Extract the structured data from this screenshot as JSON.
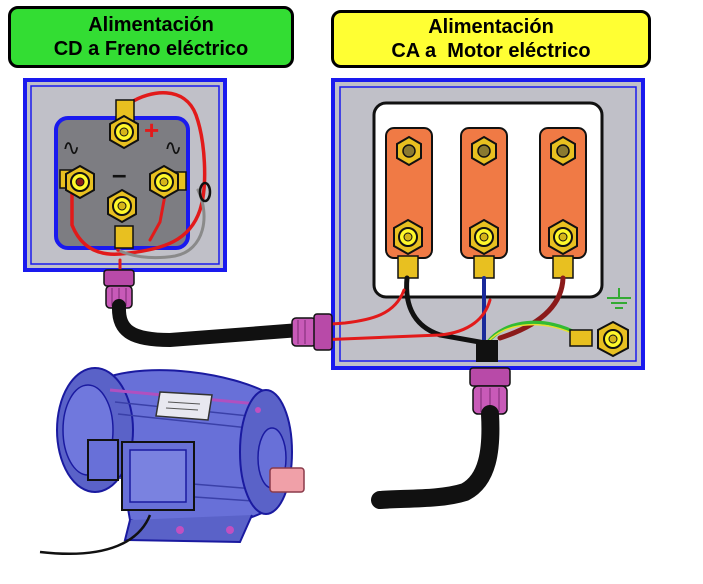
{
  "labels": {
    "dc": {
      "line1": "Alimentación",
      "line2": "CD a Freno eléctrico"
    },
    "ac": {
      "line1": "Alimentación",
      "line2": "CA a  Motor eléctrico"
    }
  },
  "symbols": {
    "plus": "+",
    "minus": "–",
    "ac_left": "∿",
    "ac_right": "∿"
  },
  "colors": {
    "dc_label_bg": "#33dd33",
    "ac_label_bg": "#ffff33",
    "box_fill": "#c0c0c8",
    "box_border": "#1a1aee",
    "terminal_strip": "#f07a45",
    "brass": "#e8c020",
    "wire_red": "#e21a1a",
    "wire_black": "#111111",
    "wire_brown": "#8b1a1a",
    "wire_gray": "#8a8a8a",
    "wire_ground": "#33bb33",
    "gland": "#b84aa8",
    "motor_body": "#6870d8"
  }
}
